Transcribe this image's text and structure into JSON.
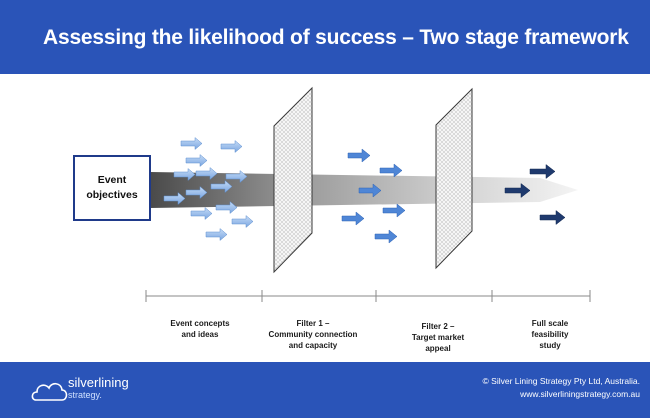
{
  "title": "Assessing the likelihood of success – Two stage framework",
  "objectives_box": {
    "line1": "Event",
    "line2": "objectives"
  },
  "stages": [
    {
      "line1": "Event concepts",
      "line2": "and ideas",
      "line3": ""
    },
    {
      "line1": "Filter 1 –",
      "line2": "Community connection",
      "line3": "and capacity"
    },
    {
      "line1": "Filter 2 –",
      "line2": "Target market",
      "line3": "appeal"
    },
    {
      "line1": "Full scale",
      "line2": "feasibility",
      "line3": "study"
    }
  ],
  "footer": {
    "logo_name": "silverlining",
    "logo_tag": "strategy.",
    "copyright": "© Silver Lining Strategy Pty Ltd, Australia.",
    "website": "www.silverliningstrategy.com.au"
  },
  "colors": {
    "header": "#2a54b8",
    "arrow_light": "#8fb6e8",
    "arrow_dark": "#1f3a6e"
  }
}
